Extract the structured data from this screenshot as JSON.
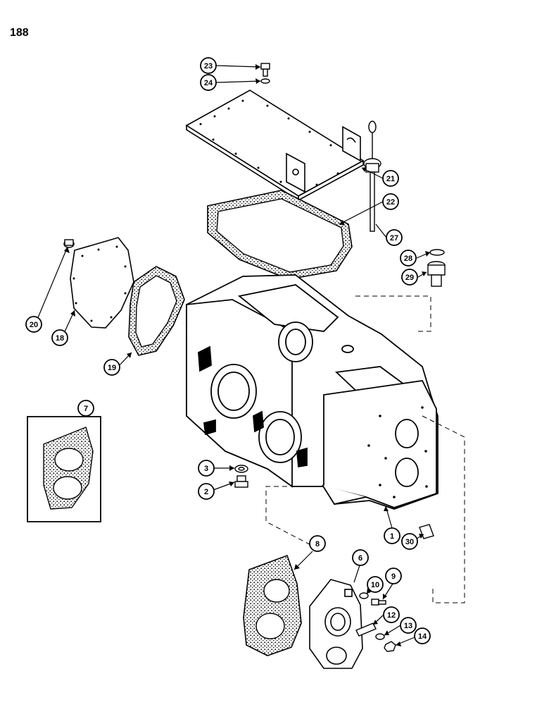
{
  "page": {
    "number": "188"
  },
  "callouts": [
    {
      "id": "c23",
      "label": "23"
    },
    {
      "id": "c24",
      "label": "24"
    },
    {
      "id": "c21",
      "label": "21"
    },
    {
      "id": "c22",
      "label": "22"
    },
    {
      "id": "c27",
      "label": "27"
    },
    {
      "id": "c28",
      "label": "28"
    },
    {
      "id": "c29",
      "label": "29"
    },
    {
      "id": "c20",
      "label": "20"
    },
    {
      "id": "c18",
      "label": "18"
    },
    {
      "id": "c19",
      "label": "19"
    },
    {
      "id": "c7",
      "label": "7"
    },
    {
      "id": "c3",
      "label": "3"
    },
    {
      "id": "c2",
      "label": "2"
    },
    {
      "id": "c1",
      "label": "1"
    },
    {
      "id": "c30",
      "label": "30"
    },
    {
      "id": "c8",
      "label": "8"
    },
    {
      "id": "c6",
      "label": "6"
    },
    {
      "id": "c10",
      "label": "10"
    },
    {
      "id": "c9",
      "label": "9"
    },
    {
      "id": "c12",
      "label": "12"
    },
    {
      "id": "c13",
      "label": "13"
    },
    {
      "id": "c14",
      "label": "14"
    }
  ]
}
